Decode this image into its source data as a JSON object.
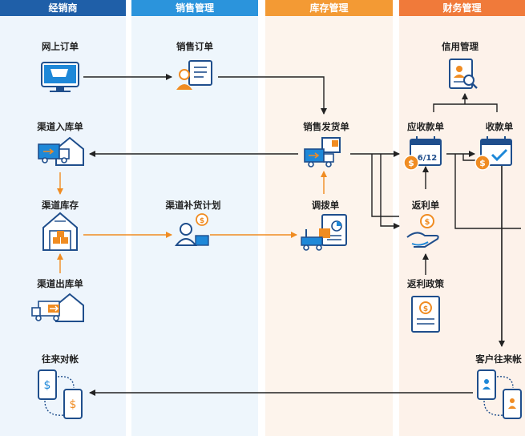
{
  "lanes": [
    "经销商",
    "销售管理",
    "库存管理",
    "财务管理"
  ],
  "colors": {
    "lane_heads": [
      "#1f5fa8",
      "#2b94dc",
      "#f39a34",
      "#f07a3a"
    ],
    "lane_bgs": [
      "#eef5fc",
      "#eef6fc",
      "#fdf4ec",
      "#fdf2ea"
    ],
    "navy": "#1f4e8c",
    "blue": "#1e88d8",
    "orange": "#f08c22"
  },
  "nodes": {
    "online_order": "网上订单",
    "sales_order": "销售订单",
    "credit_mgmt": "信用管理",
    "channel_inbound": "渠道入库单",
    "sales_delivery": "销售发货单",
    "receivable": "应收款单",
    "receipt": "收款单",
    "channel_stock": "渠道库存",
    "channel_replenish": "渠道补货计划",
    "transfer": "调拨单",
    "rebate": "返利单",
    "channel_outbound": "渠道出库单",
    "rebate_policy": "返利政策",
    "dealer_account": "往来对帐",
    "customer_account": "客户往来帐"
  },
  "calendar_text": "6/12"
}
